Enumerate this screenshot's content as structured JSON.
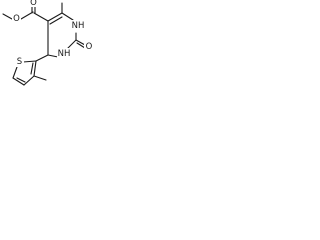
{
  "molecule": {
    "atom_labels": {
      "ester_carbonyl_oxygen": "O",
      "ester_ring_oxygen": "O",
      "n1": "NH",
      "n3": "NH",
      "urea_oxygen": "O",
      "thiophene_sulfur": "S"
    }
  },
  "colors": {
    "bond": "#1a1a1a",
    "background": "#ffffff"
  }
}
